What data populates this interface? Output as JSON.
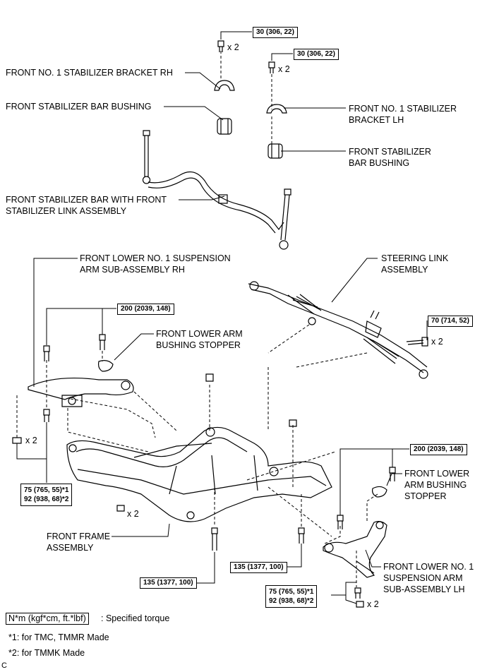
{
  "labels": {
    "bracket_rh": "FRONT NO. 1 STABILIZER BRACKET RH",
    "bushing_upper": "FRONT STABILIZER BAR BUSHING",
    "bracket_lh_1": "FRONT NO. 1 STABILIZER",
    "bracket_lh_2": "BRACKET LH",
    "bushing_lh_1": "FRONT STABILIZER",
    "bushing_lh_2": "BAR BUSHING",
    "stab_bar_1": "FRONT STABILIZER BAR WITH FRONT",
    "stab_bar_2": "STABILIZER LINK ASSEMBLY",
    "arm_rh_1": "FRONT LOWER NO. 1 SUSPENSION",
    "arm_rh_2": "ARM SUB-ASSEMBLY RH",
    "steering_1": "STEERING LINK",
    "steering_2": "ASSEMBLY",
    "stopper_rh_1": "FRONT LOWER ARM",
    "stopper_rh_2": "BUSHING STOPPER",
    "stopper_lh_1": "FRONT LOWER",
    "stopper_lh_2": "ARM BUSHING",
    "stopper_lh_3": "STOPPER",
    "frame_1": "FRONT FRAME",
    "frame_2": "ASSEMBLY",
    "arm_lh_1": "FRONT LOWER NO. 1",
    "arm_lh_2": "SUSPENSION ARM",
    "arm_lh_3": "SUB-ASSEMBLY LH"
  },
  "torques": {
    "t_30a": "30 (306, 22)",
    "t_30b": "30 (306, 22)",
    "t_200a": "200 (2039, 148)",
    "t_70": "70 (714, 52)",
    "t_200b": "200 (2039, 148)",
    "t_75a_1": "75 (765, 55)*1",
    "t_75a_2": "92 (938, 68)*2",
    "t_135a": "135 (1377, 100)",
    "t_135b": "135 (1377, 100)",
    "t_75b_1": "75 (765, 55)*1",
    "t_75b_2": "92 (938, 68)*2"
  },
  "quantities": {
    "q1": "x 2",
    "q2": "x 2",
    "q3": "x 2",
    "q4": "x 2",
    "q5": "x 2",
    "q6": "x 2"
  },
  "legend": {
    "unit_box": "N*m (kgf*cm, ft.*lbf)",
    "unit_text": ": Specified torque",
    "note1": "*1: for TMC, TMMR Made",
    "note2": "*2: for TMMK Made",
    "corner": "C"
  }
}
